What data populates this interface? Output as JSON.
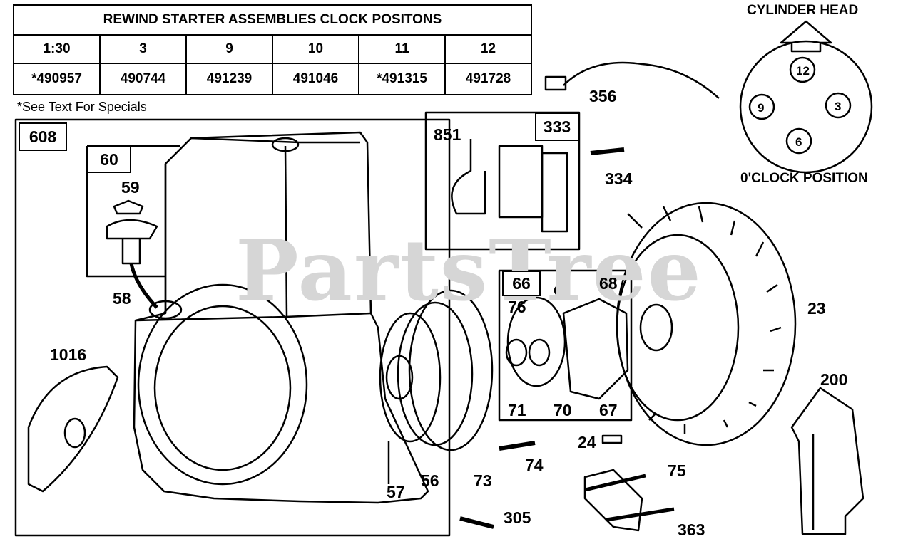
{
  "table": {
    "title": "REWIND STARTER ASSEMBLIES CLOCK POSITONS",
    "positions": [
      "1:30",
      "3",
      "9",
      "10",
      "11",
      "12"
    ],
    "part_numbers": [
      "*490957",
      "490744",
      "491239",
      "491046",
      "*491315",
      "491728"
    ]
  },
  "note": "*See Text For Specials",
  "watermark": "PartsTree",
  "clock_diagram": {
    "top_label": "CYLINDER HEAD",
    "bottom_label": "0'CLOCK POSITION",
    "positions": [
      "12",
      "3",
      "6",
      "9"
    ]
  },
  "box_labels": {
    "b608": "608",
    "b60": "60",
    "b333": "333",
    "b66": "66"
  },
  "parts": {
    "p59": "59",
    "p58": "58",
    "p1016": "1016",
    "p356": "356",
    "p851": "851",
    "p334": "334",
    "p68": "68",
    "p76": "76",
    "p71": "71",
    "p70": "70",
    "p67": "67",
    "p23": "23",
    "p200": "200",
    "p24": "24",
    "p75": "75",
    "p74": "74",
    "p73": "73",
    "p56": "56",
    "p57": "57",
    "p305": "305",
    "p363": "363"
  }
}
